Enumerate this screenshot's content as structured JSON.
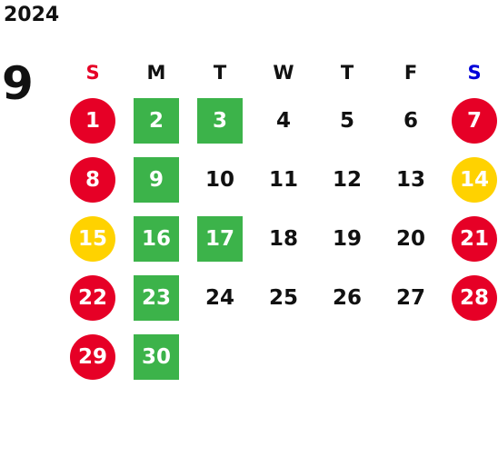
{
  "year": "2024",
  "month": "9",
  "weekdays": [
    "S",
    "M",
    "T",
    "W",
    "T",
    "F",
    "S"
  ],
  "weekday_colors": [
    "#e60026",
    "#111111",
    "#111111",
    "#111111",
    "#111111",
    "#111111",
    "#0000d9"
  ],
  "colors": {
    "holiday_red": "#e60026",
    "highlight_yellow": "#ffd200",
    "highlight_green": "#3cb34a"
  },
  "first_weekday": 0,
  "days": [
    {
      "d": "1",
      "mark": "red"
    },
    {
      "d": "2",
      "mark": "green"
    },
    {
      "d": "3",
      "mark": "green"
    },
    {
      "d": "4",
      "mark": ""
    },
    {
      "d": "5",
      "mark": ""
    },
    {
      "d": "6",
      "mark": ""
    },
    {
      "d": "7",
      "mark": "red"
    },
    {
      "d": "8",
      "mark": "red"
    },
    {
      "d": "9",
      "mark": "green"
    },
    {
      "d": "10",
      "mark": ""
    },
    {
      "d": "11",
      "mark": ""
    },
    {
      "d": "12",
      "mark": ""
    },
    {
      "d": "13",
      "mark": ""
    },
    {
      "d": "14",
      "mark": "yellow"
    },
    {
      "d": "15",
      "mark": "yellow"
    },
    {
      "d": "16",
      "mark": "green"
    },
    {
      "d": "17",
      "mark": "green"
    },
    {
      "d": "18",
      "mark": ""
    },
    {
      "d": "19",
      "mark": ""
    },
    {
      "d": "20",
      "mark": ""
    },
    {
      "d": "21",
      "mark": "red"
    },
    {
      "d": "22",
      "mark": "red"
    },
    {
      "d": "23",
      "mark": "green"
    },
    {
      "d": "24",
      "mark": ""
    },
    {
      "d": "25",
      "mark": ""
    },
    {
      "d": "26",
      "mark": ""
    },
    {
      "d": "27",
      "mark": ""
    },
    {
      "d": "28",
      "mark": "red"
    },
    {
      "d": "29",
      "mark": "red"
    },
    {
      "d": "30",
      "mark": "green"
    }
  ]
}
